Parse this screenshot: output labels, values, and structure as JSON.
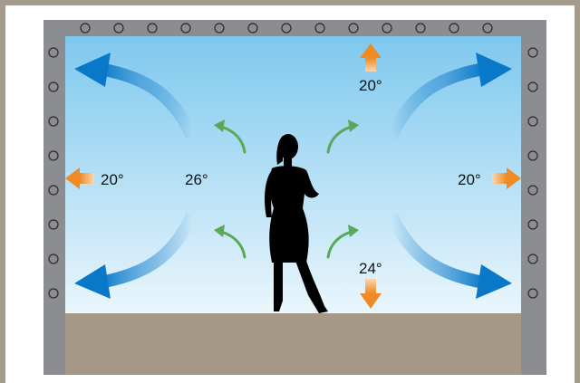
{
  "diagram": {
    "temperatures": {
      "center": "26°",
      "left": "20°",
      "right": "20°",
      "top": "20°",
      "bottom": "24°"
    }
  },
  "colors": {
    "outer_border": "#a59a8b",
    "white_frame": "#ffffff",
    "gray_frame": "#8c8d90",
    "sky_top": "#7ec8ee",
    "sky_bottom": "#eaf6fc",
    "floor": "#a69887",
    "blue_arrow": "#0a78c8",
    "green_arrow": "#5aa85a",
    "orange_arrow": "#f08a24",
    "silhouette": "#000000"
  },
  "icons": {
    "outflow_arrows": "curved-airflow-arrow-icon",
    "inflow_arrows": "curved-green-arrow-icon",
    "heat_arrows": "orange-heat-arrow-icon",
    "person": "woman-silhouette-icon",
    "rivets": "rivet-icon"
  }
}
